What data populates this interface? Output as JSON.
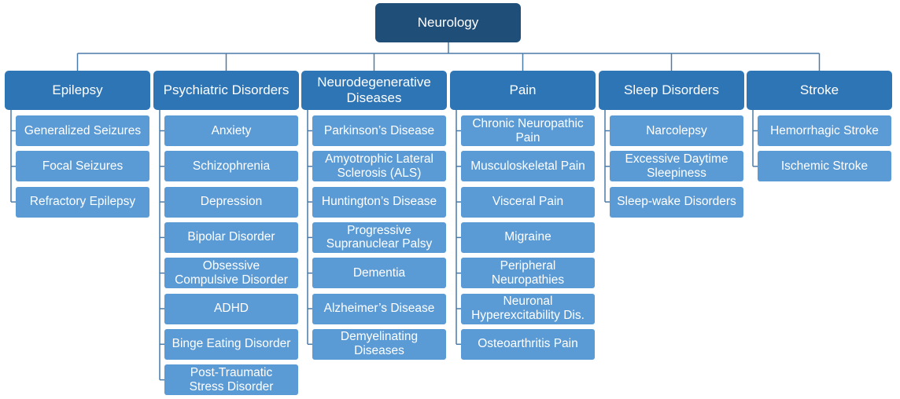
{
  "root": {
    "label": "Neurology"
  },
  "categories": [
    {
      "label": "Epilepsy",
      "items": [
        "Generalized Seizures",
        "Focal Seizures",
        "Refractory Epilepsy"
      ]
    },
    {
      "label": "Psychiatric Disorders",
      "items": [
        "Anxiety",
        "Schizophrenia",
        "Depression",
        "Bipolar Disorder",
        "Obsessive\nCompulsive Disorder",
        "ADHD",
        "Binge Eating Disorder",
        "Post-Traumatic\nStress Disorder"
      ]
    },
    {
      "label": "Neurodegenerative\nDiseases",
      "items": [
        "Parkinson’s Disease",
        "Amyotrophic Lateral\nSclerosis (ALS)",
        "Huntington’s Disease",
        "Progressive\nSupranuclear Palsy",
        "Dementia",
        "Alzheimer’s Disease",
        "Demyelinating\nDiseases"
      ]
    },
    {
      "label": "Pain",
      "items": [
        "Chronic Neuropathic\nPain",
        "Musculoskeletal Pain",
        "Visceral Pain",
        "Migraine",
        "Peripheral\nNeuropathies",
        "Neuronal\nHyperexcitability Dis.",
        "Osteoarthritis Pain"
      ]
    },
    {
      "label": "Sleep Disorders",
      "items": [
        "Narcolepsy",
        "Excessive Daytime\nSleepiness",
        "Sleep-wake Disorders"
      ]
    },
    {
      "label": "Stroke",
      "items": [
        "Hemorrhagic Stroke",
        "Ischemic Stroke"
      ]
    }
  ],
  "colors": {
    "root": "#1f4e79",
    "category": "#2e75b6",
    "item": "#5b9bd5",
    "connector": "#4a7aa8",
    "text": "#ffffff"
  }
}
